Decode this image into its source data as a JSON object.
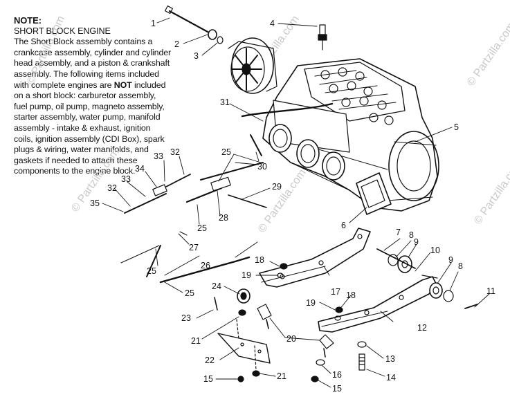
{
  "note": {
    "heading": "NOTE:",
    "subheading": "SHORT BLOCK ENGINE",
    "text_1": "The Short Block assembly contains a crankcase assembly, cylinder and cylinder head assembly, and a piston & crankshaft assembly. The following items included with complete engines are ",
    "emphasis": "NOT",
    "text_2": " included on a short block: carburetor assembly, fuel pump, oil pump, magneto assembly, starter assembly, water pump, manifold assembly - intake & exhaust, ignition coils, ignition assembly (CDI Box), spark plugs & wiring, water manifolds, and gaskets if needed to attach these components to the engine block."
  },
  "watermark": "© Partzilla.com",
  "callouts": [
    "1",
    "2",
    "3",
    "4",
    "5",
    "6",
    "7",
    "8",
    "9",
    "10",
    "9",
    "8",
    "11",
    "12",
    "13",
    "14",
    "15",
    "16",
    "15",
    "21",
    "22",
    "21",
    "20",
    "23",
    "24",
    "19",
    "18",
    "17",
    "18",
    "19",
    "25",
    "26",
    "25",
    "27",
    "25",
    "28",
    "25",
    "29",
    "30",
    "31",
    "32",
    "33",
    "34",
    "33",
    "32",
    "35"
  ]
}
